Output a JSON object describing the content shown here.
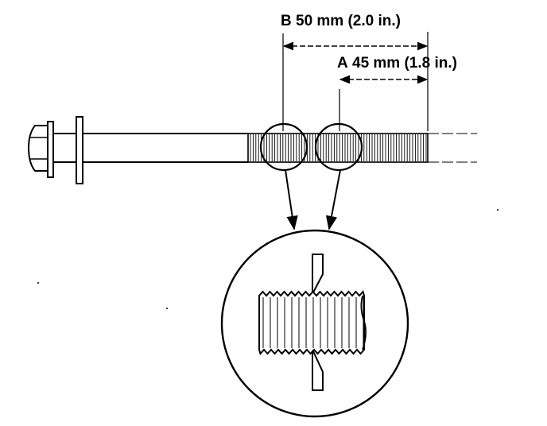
{
  "dimensions": {
    "b": {
      "letter": "B",
      "text": "50 mm (2.0 in.)"
    },
    "a": {
      "letter": "A",
      "text": "45 mm (1.8 in.)"
    }
  },
  "colors": {
    "ink": "#000000",
    "paper": "#ffffff"
  }
}
